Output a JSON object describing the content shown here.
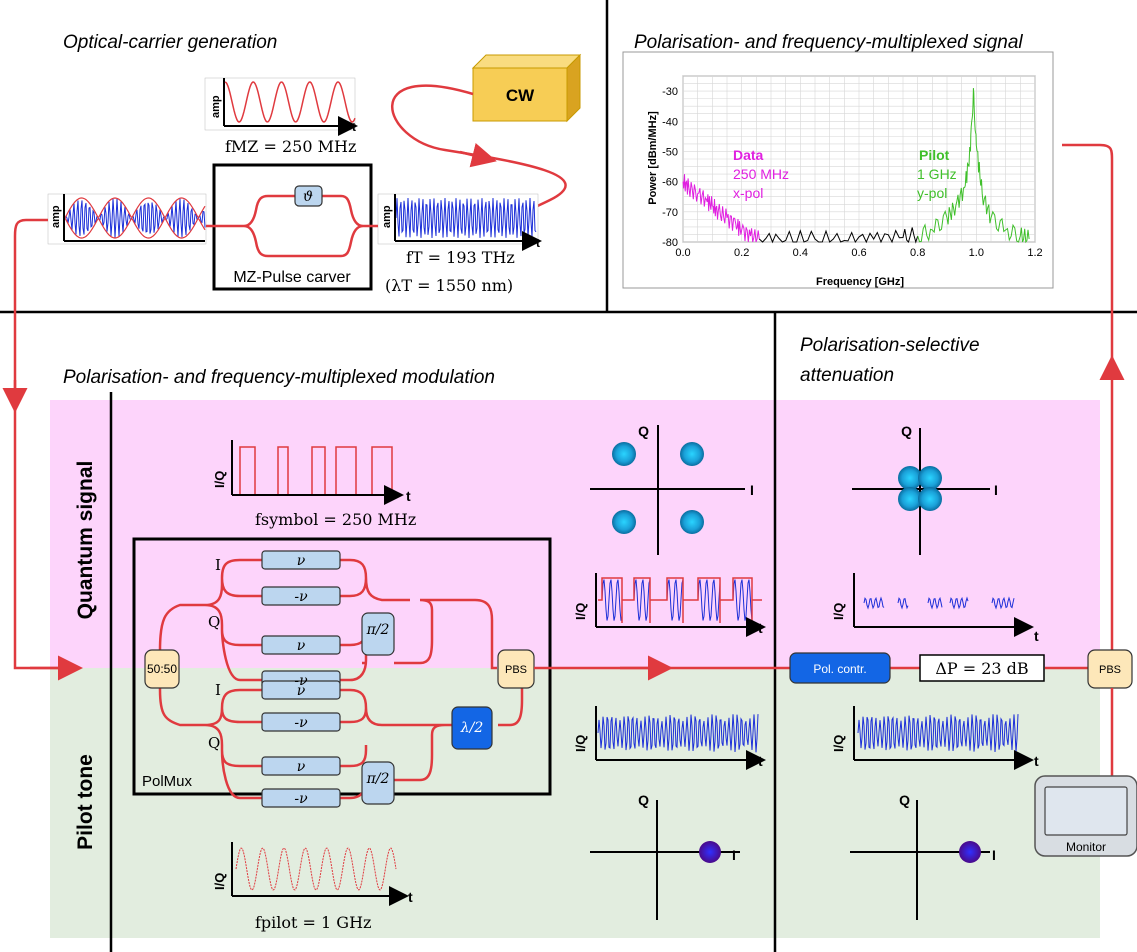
{
  "titles": {
    "carrier": "Optical-carrier generation",
    "spectrum": "Polarisation- and frequency-multiplexed signal",
    "modulation": "Polarisation- and frequency-multiplexed modulation",
    "attenuation_1": "Polarisation-selective",
    "attenuation_2": "attenuation"
  },
  "carrier": {
    "cw_label": "CW",
    "carver_label": "MZ-Pulse carver",
    "phase_symbol": "ϑ",
    "amp_label": "amp",
    "t_label": "t",
    "f_mz": "fMZ = 250 MHz",
    "f_t": "fT = 193 THz",
    "lambda_t": "(λT = 1550 nm)"
  },
  "modulator": {
    "splitter": "50:50",
    "pbs": "PBS",
    "polmux": "PolMux",
    "i": "I",
    "q": "Q",
    "nu": "ν",
    "neg_nu": "-ν",
    "pi_over_2": "π/2",
    "lambda_over_2": "λ/2"
  },
  "rows": {
    "quantum": "Quantum signal",
    "pilot": "Pilot tone"
  },
  "signals": {
    "iq_label": "I/Q",
    "t_label": "t",
    "f_symbol": "fsymbol = 250 MHz",
    "f_pilot": "fpilot = 1 GHz",
    "const_q": "Q",
    "const_i": "I"
  },
  "attenuation": {
    "pol_contr": "Pol. contr.",
    "delta_p": "ΔP = 23 dB",
    "pbs": "PBS",
    "monitor": "Monitor"
  },
  "colors": {
    "fiber": "#e03a3f",
    "quantum_bg": "#fdd4fb",
    "pilot_bg": "#e2eddf",
    "data_trace": "#e020e0",
    "pilot_trace": "#3fbf2a",
    "cw_box": "#f7cd55",
    "modulator_box": "#bcd6ef",
    "halfwave": "#1366e5"
  },
  "chart_data": {
    "type": "line",
    "xlabel": "Frequency [GHz]",
    "ylabel": "Power [dBm/MHz]",
    "xlim": [
      0,
      1.2
    ],
    "ylim": [
      -80,
      -25
    ],
    "xticks": [
      "0.0",
      "0.2",
      "0.4",
      "0.6",
      "0.8",
      "1.0",
      "1.2"
    ],
    "yticks": [
      "-80",
      "-70",
      "-60",
      "-50",
      "-40",
      "-30"
    ],
    "grid": true,
    "annotations": [
      {
        "lines": [
          "Data",
          "250 MHz",
          "x-pol"
        ],
        "color": "#e020e0"
      },
      {
        "lines": [
          "Pilot",
          "1 GHz",
          "y-pol"
        ],
        "color": "#3fbf2a"
      }
    ],
    "series": [
      {
        "color": "#e020e0",
        "x": [
          0.0,
          0.02,
          0.05,
          0.08,
          0.1,
          0.12,
          0.15,
          0.18,
          0.2,
          0.23,
          0.26
        ],
        "y": [
          -60,
          -62,
          -64,
          -66,
          -68,
          -70,
          -72,
          -74,
          -76,
          -78,
          -79
        ]
      },
      {
        "color": "#000000",
        "x": [
          0.26,
          0.35,
          0.45,
          0.55,
          0.65,
          0.75,
          0.8
        ],
        "y": [
          -79,
          -79.5,
          -79,
          -79.5,
          -79,
          -78.5,
          -78
        ]
      },
      {
        "color": "#3fbf2a",
        "x": [
          0.8,
          0.85,
          0.9,
          0.93,
          0.96,
          0.98,
          0.99,
          1.0,
          1.02,
          1.05,
          1.1,
          1.15,
          1.18
        ],
        "y": [
          -78,
          -76,
          -72,
          -68,
          -62,
          -50,
          -29,
          -48,
          -64,
          -72,
          -76,
          -78,
          -79
        ]
      }
    ]
  }
}
